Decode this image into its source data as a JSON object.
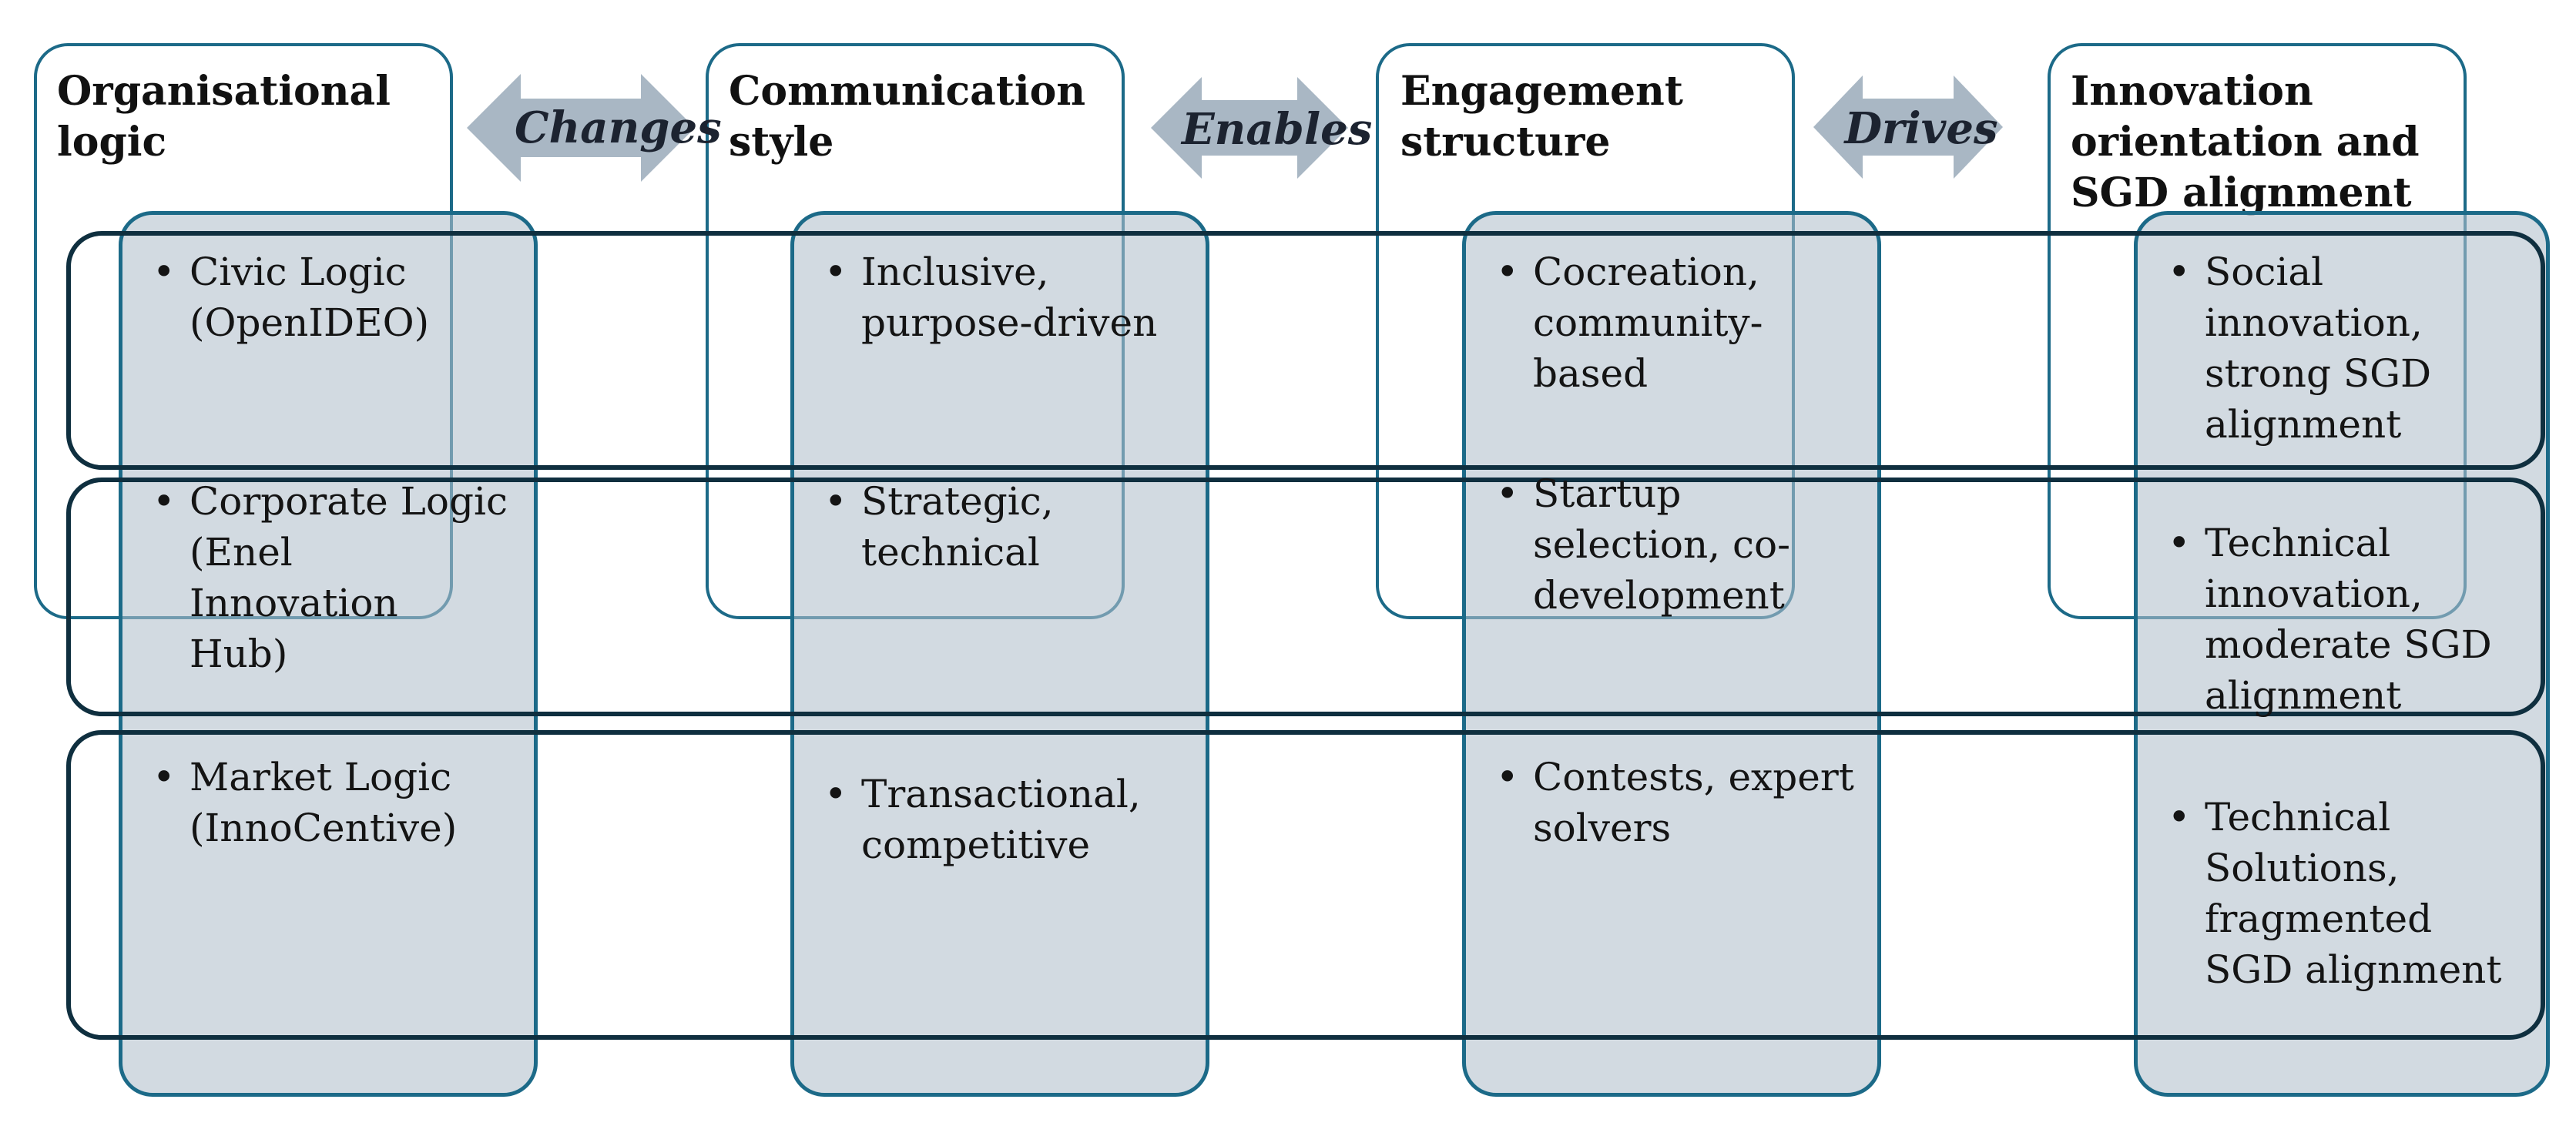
{
  "headers": {
    "org": "Organisational\nlogic",
    "comm": "Communication\nstyle",
    "eng": "Engagement\nstructure",
    "inn": "Innovation\norientation and\nSGD alignment"
  },
  "arrows": {
    "changes": "Changes",
    "enables": "Enables",
    "drives": "Drives"
  },
  "colors": {
    "header_border": "#1c6a88",
    "row_border": "#0f2f3f",
    "column_fill": "#b2bfcb",
    "arrow_fill": "#a9b7c4"
  },
  "bullet": "•",
  "rows": [
    {
      "org": "Civic Logic\n(OpenIDEO)",
      "comm": "Inclusive,\npurpose-driven",
      "eng": "Cocreation,\ncommunity-\nbased",
      "inn": "Social\ninnovation,\nstrong SGD\nalignment"
    },
    {
      "org": "Corporate Logic\n(Enel\nInnovation\nHub)",
      "comm": "Strategic,\ntechnical",
      "eng": "Startup\nselection, co-\ndevelopment",
      "inn": "Technical\ninnovation,\nmoderate SGD\nalignment"
    },
    {
      "org": "Market Logic\n(InnoCentive)",
      "comm": "Transactional,\ncompetitive",
      "eng": "Contests, expert\nsolvers",
      "inn": "Technical\nSolutions,\nfragmented\nSGD alignment"
    }
  ]
}
